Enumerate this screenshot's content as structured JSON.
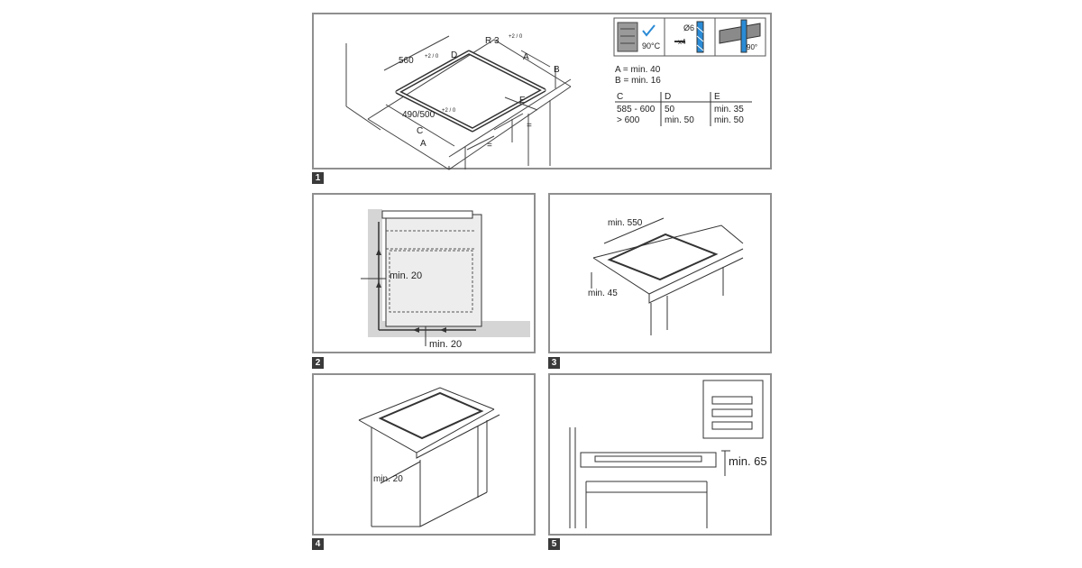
{
  "figures": [
    {
      "number": "1",
      "labels": {
        "width": "560",
        "width_tol": "+2 / 0",
        "radius": "R 3",
        "radius_tol": "+2 / 0",
        "depth": "490/500",
        "depth_tol": "+2 / 0",
        "dim_a": "A",
        "dim_b": "B",
        "dim_c": "C",
        "dim_d": "D",
        "dim_e": "E",
        "equal": "="
      },
      "icons": {
        "angle_90": "90°C",
        "drill": "Ø6",
        "drill_count": "x4",
        "edge_angle": "90°"
      },
      "legend": {
        "a": "A = min. 40",
        "b": "B = min. 16"
      },
      "table": {
        "headers": [
          "C",
          "D",
          "E"
        ],
        "rows": [
          [
            "585 - 600",
            "50",
            "min. 35"
          ],
          [
            "> 600",
            "min. 50",
            "min. 50"
          ]
        ]
      }
    },
    {
      "number": "2",
      "labels": {
        "side_gap": "min. 20",
        "bottom_gap": "min. 20"
      }
    },
    {
      "number": "3",
      "labels": {
        "length": "min. 550",
        "thickness": "min. 45"
      }
    },
    {
      "number": "4",
      "labels": {
        "gap": "min. 20"
      }
    },
    {
      "number": "5",
      "labels": {
        "height": "min. 65"
      }
    }
  ]
}
